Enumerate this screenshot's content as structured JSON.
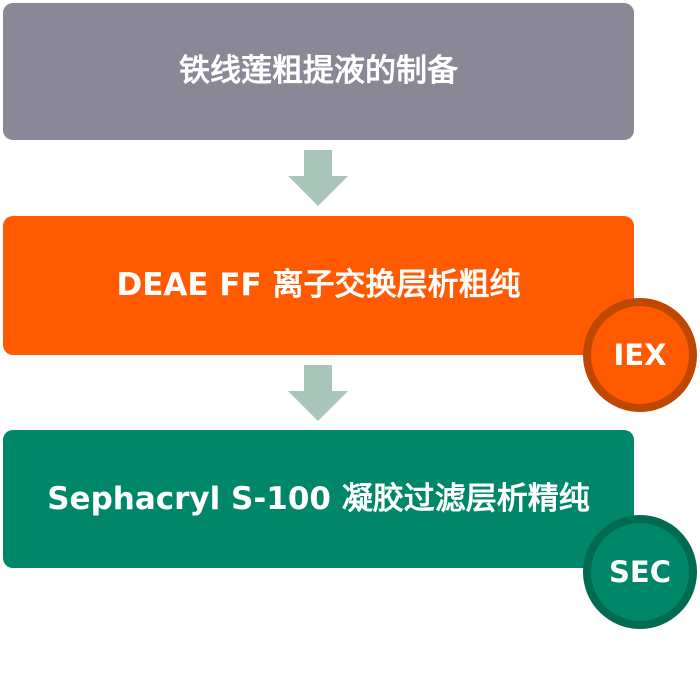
{
  "steps": [
    {
      "label": "铁线莲粗提液的制备"
    },
    {
      "label": "DEAE FF 离子交换层析粗纯",
      "badge": "IEX"
    },
    {
      "label": "Sephacryl S-100 凝胶过滤层析精纯",
      "badge": "SEC"
    }
  ],
  "colors": {
    "step1": "#8a8896",
    "step2": "#ff5a00",
    "step3": "#00876a",
    "arrow": "#a9c4b8"
  }
}
